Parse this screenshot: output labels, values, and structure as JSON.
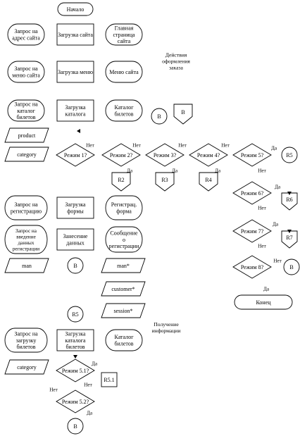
{
  "nodes": [
    {
      "id": "start",
      "kind": "terminator",
      "lines": [
        "Начало"
      ]
    },
    {
      "id": "req-site-address",
      "kind": "terminator",
      "lines": [
        "Запрос на",
        "адрес сайта"
      ]
    },
    {
      "id": "load-site",
      "kind": "process",
      "lines": [
        "Загрузка сайта"
      ]
    },
    {
      "id": "home-page",
      "kind": "terminator",
      "lines": [
        "Главная",
        "страница",
        "сайта"
      ]
    },
    {
      "id": "req-site-menu",
      "kind": "terminator",
      "lines": [
        "Запрос на",
        "меню сайта"
      ]
    },
    {
      "id": "load-menu",
      "kind": "process",
      "lines": [
        "Загрузка меню"
      ]
    },
    {
      "id": "site-menu",
      "kind": "terminator",
      "lines": [
        "Меню сайта"
      ]
    },
    {
      "id": "req-ticket-catalog",
      "kind": "terminator",
      "lines": [
        "Запрос на",
        "каталог",
        "билетов"
      ]
    },
    {
      "id": "load-catalog",
      "kind": "process",
      "lines": [
        "Загрузка",
        "каталога"
      ]
    },
    {
      "id": "ticket-catalog",
      "kind": "terminator",
      "lines": [
        "Каталог",
        "билетов"
      ]
    },
    {
      "id": "connector-b-1",
      "kind": "connector",
      "lines": [
        "В"
      ]
    },
    {
      "id": "offpage-b",
      "kind": "offpage",
      "lines": [
        "В"
      ]
    },
    {
      "id": "data-product",
      "kind": "data",
      "lines": [
        "product"
      ]
    },
    {
      "id": "data-category",
      "kind": "data",
      "lines": [
        "category"
      ]
    },
    {
      "id": "mode-1",
      "kind": "decision",
      "lines": [
        "Режим 1?"
      ]
    },
    {
      "id": "mode-2",
      "kind": "decision",
      "lines": [
        "Режим 2?"
      ]
    },
    {
      "id": "mode-3",
      "kind": "decision",
      "lines": [
        "Режим 3?"
      ]
    },
    {
      "id": "mode-4",
      "kind": "decision",
      "lines": [
        "Режим 4?"
      ]
    },
    {
      "id": "mode-5",
      "kind": "decision",
      "lines": [
        "Режим 5?"
      ]
    },
    {
      "id": "connector-r5-top",
      "kind": "connector",
      "lines": [
        "R5"
      ]
    },
    {
      "id": "offpage-r2",
      "kind": "offpage",
      "lines": [
        "R2"
      ]
    },
    {
      "id": "offpage-r3",
      "kind": "offpage",
      "lines": [
        "R3"
      ]
    },
    {
      "id": "offpage-r4",
      "kind": "offpage",
      "lines": [
        "R4"
      ]
    },
    {
      "id": "mode-6",
      "kind": "decision",
      "lines": [
        "Режим 6?"
      ]
    },
    {
      "id": "offpage-r6",
      "kind": "offpage",
      "lines": [
        "R6"
      ]
    },
    {
      "id": "mode-7",
      "kind": "decision",
      "lines": [
        "Режим 7?"
      ]
    },
    {
      "id": "offpage-r7",
      "kind": "offpage",
      "lines": [
        "R7"
      ]
    },
    {
      "id": "mode-8",
      "kind": "decision",
      "lines": [
        "Режим 8?"
      ]
    },
    {
      "id": "connector-b-right",
      "kind": "connector",
      "lines": [
        "В"
      ]
    },
    {
      "id": "end",
      "kind": "terminator",
      "lines": [
        "Конец"
      ]
    },
    {
      "id": "req-registration",
      "kind": "terminator",
      "lines": [
        "Запрос на",
        "регистрацию"
      ]
    },
    {
      "id": "load-form",
      "kind": "process",
      "lines": [
        "Загрузка",
        "формы"
      ]
    },
    {
      "id": "registration-form",
      "kind": "terminator",
      "lines": [
        "Регистрац.",
        "форма"
      ]
    },
    {
      "id": "req-data-entry",
      "kind": "terminator",
      "lines": [
        "Запрос на",
        "введение",
        "данных",
        "регистрации"
      ]
    },
    {
      "id": "enter-data",
      "kind": "process",
      "lines": [
        "Занесение",
        "данных"
      ]
    },
    {
      "id": "registration-message",
      "kind": "terminator",
      "lines": [
        "Сообщение",
        "о",
        "регистрации"
      ]
    },
    {
      "id": "data-man",
      "kind": "data",
      "lines": [
        "man"
      ]
    },
    {
      "id": "connector-b-mid",
      "kind": "connector",
      "lines": [
        "В"
      ]
    },
    {
      "id": "data-man-star",
      "kind": "data",
      "lines": [
        "man*"
      ]
    },
    {
      "id": "data-customer-star",
      "kind": "data",
      "lines": [
        "customer*"
      ]
    },
    {
      "id": "data-session-star",
      "kind": "data",
      "lines": [
        "session*"
      ]
    },
    {
      "id": "connector-r5-bottom",
      "kind": "connector",
      "lines": [
        "R5"
      ]
    },
    {
      "id": "req-ticket-load",
      "kind": "terminator",
      "lines": [
        "Запрос на",
        "загрузку",
        "билетов"
      ]
    },
    {
      "id": "load-ticket-catalog",
      "kind": "process",
      "lines": [
        "Загрузка",
        "каталога",
        "билетов"
      ]
    },
    {
      "id": "ticket-catalog-2",
      "kind": "terminator",
      "lines": [
        "Каталог",
        "билетов"
      ]
    },
    {
      "id": "data-category-2",
      "kind": "data",
      "lines": [
        "category"
      ]
    },
    {
      "id": "mode-5-1",
      "kind": "decision",
      "lines": [
        "Режим 5.1?"
      ]
    },
    {
      "id": "process-r5-1",
      "kind": "process",
      "lines": [
        "R5.1"
      ]
    },
    {
      "id": "mode-5-2",
      "kind": "decision",
      "lines": [
        "Режим 5.2?"
      ]
    },
    {
      "id": "connector-b-bottom",
      "kind": "connector",
      "lines": [
        "В"
      ]
    }
  ],
  "labels": [
    {
      "id": "order-actions",
      "lines": [
        "Действия",
        "оформления",
        "заказа"
      ]
    },
    {
      "id": "info-retrieval",
      "lines": [
        "Получение",
        "информации"
      ]
    },
    {
      "id": "no-mode-1",
      "lines": [
        "Нет"
      ]
    },
    {
      "id": "no-mode-2",
      "lines": [
        "Нет"
      ]
    },
    {
      "id": "yes-mode-2",
      "lines": [
        "Да"
      ]
    },
    {
      "id": "no-mode-3",
      "lines": [
        "Нет"
      ]
    },
    {
      "id": "yes-mode-3",
      "lines": [
        "Да"
      ]
    },
    {
      "id": "no-mode-4",
      "lines": [
        "Нет"
      ]
    },
    {
      "id": "yes-mode-4",
      "lines": [
        "Да"
      ]
    },
    {
      "id": "yes-mode-5",
      "lines": [
        "Да"
      ]
    },
    {
      "id": "no-mode-5",
      "lines": [
        "Нет"
      ]
    },
    {
      "id": "yes-mode-6",
      "lines": [
        "Да"
      ]
    },
    {
      "id": "no-mode-6",
      "lines": [
        "Нет"
      ]
    },
    {
      "id": "yes-mode-7",
      "lines": [
        "Да"
      ]
    },
    {
      "id": "no-mode-7",
      "lines": [
        "Нет"
      ]
    },
    {
      "id": "no-mode-8",
      "lines": [
        "Нет"
      ]
    },
    {
      "id": "yes-mode-8",
      "lines": [
        "Да"
      ]
    },
    {
      "id": "yes-mode-5-1",
      "lines": [
        "Да"
      ]
    },
    {
      "id": "no-mode-5-1",
      "lines": [
        "Нет"
      ]
    },
    {
      "id": "no-left",
      "lines": [
        "Нет"
      ]
    },
    {
      "id": "yes-mode-5-2",
      "lines": [
        "Да"
      ]
    }
  ]
}
